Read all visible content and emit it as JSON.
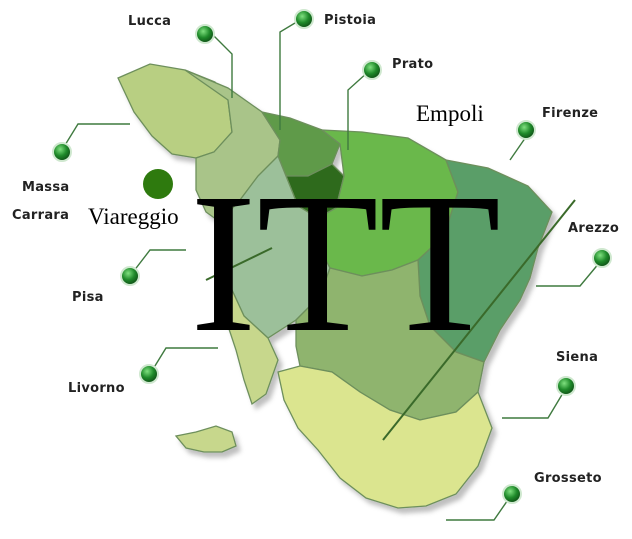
{
  "map": {
    "watermark": "ITT",
    "cities": [
      {
        "id": "lucca",
        "label": "Lucca"
      },
      {
        "id": "pistoia",
        "label": "Pistoia"
      },
      {
        "id": "prato",
        "label": "Prato"
      },
      {
        "id": "empoli",
        "label": "Empoli"
      },
      {
        "id": "firenze",
        "label": "Firenze"
      },
      {
        "id": "massa-carrara-1",
        "label": "Massa"
      },
      {
        "id": "massa-carrara-2",
        "label": "Carrara"
      },
      {
        "id": "viareggio",
        "label": "Viareggio"
      },
      {
        "id": "arezzo",
        "label": "Arezzo"
      },
      {
        "id": "pisa",
        "label": "Pisa"
      },
      {
        "id": "livorno",
        "label": "Livorno"
      },
      {
        "id": "siena",
        "label": "Siena"
      },
      {
        "id": "grosseto",
        "label": "Grosseto"
      }
    ]
  },
  "colors": {
    "massa": "#b8cf82",
    "lucca": "#a9c489",
    "pistoia": "#5f9a4a",
    "prato": "#2f6a1e",
    "firenze": "#6ab84c",
    "arezzo": "#5a9e67",
    "pisa": "#9cc09a",
    "livorno": "#c7d78c",
    "siena": "#8fb46e",
    "grosseto": "#dbe58f",
    "marker": "#1e7a2a"
  }
}
